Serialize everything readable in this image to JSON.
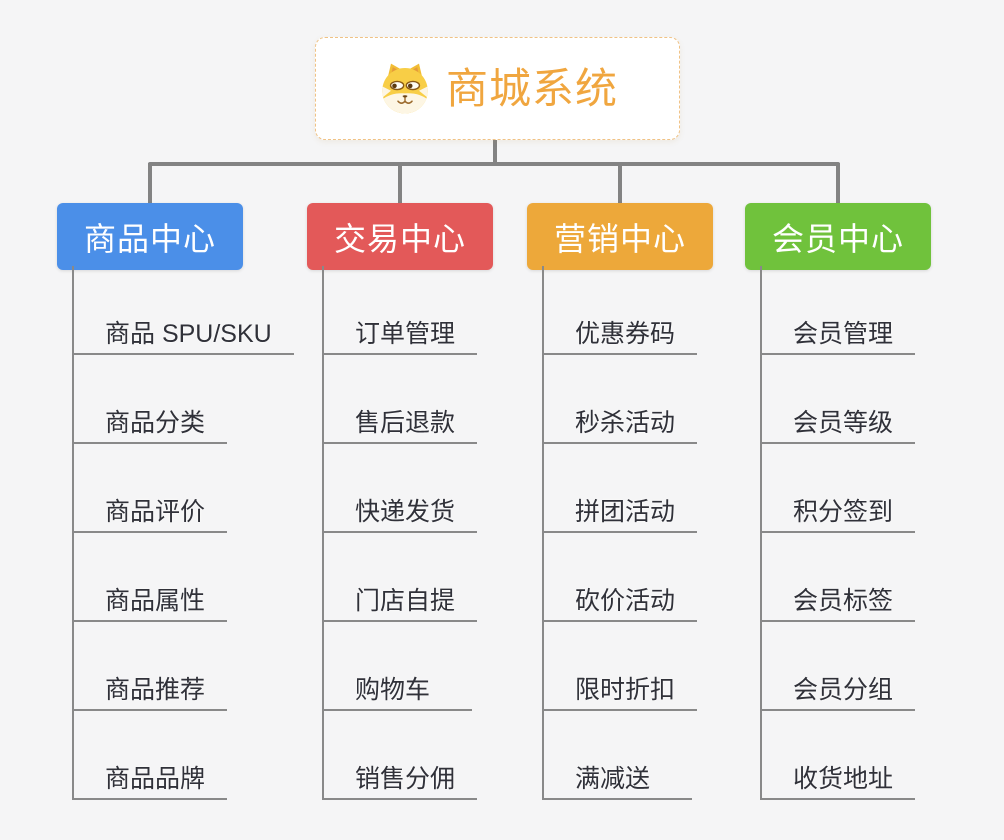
{
  "root": {
    "title": "商城系统",
    "icon": "dog-face-icon"
  },
  "branches": [
    {
      "label": "商品中心",
      "color": "#4b8fe8",
      "items": [
        "商品 SPU/SKU",
        "商品分类",
        "商品评价",
        "商品属性",
        "商品推荐",
        "商品品牌"
      ]
    },
    {
      "label": "交易中心",
      "color": "#e35959",
      "items": [
        "订单管理",
        "售后退款",
        "快递发货",
        "门店自提",
        "购物车",
        "销售分佣"
      ]
    },
    {
      "label": "营销中心",
      "color": "#eda83a",
      "items": [
        "优惠券码",
        "秒杀活动",
        "拼团活动",
        "砍价活动",
        "限时折扣",
        "满减送"
      ]
    },
    {
      "label": "会员中心",
      "color": "#70c23c",
      "items": [
        "会员管理",
        "会员等级",
        "积分签到",
        "会员标签",
        "会员分组",
        "收货地址"
      ]
    }
  ],
  "colors": {
    "background": "#f5f5f6",
    "connector": "#838383",
    "item_line": "#898989",
    "item_text": "#303139",
    "root_text": "#f0a63f",
    "root_border": "#f0c285"
  }
}
